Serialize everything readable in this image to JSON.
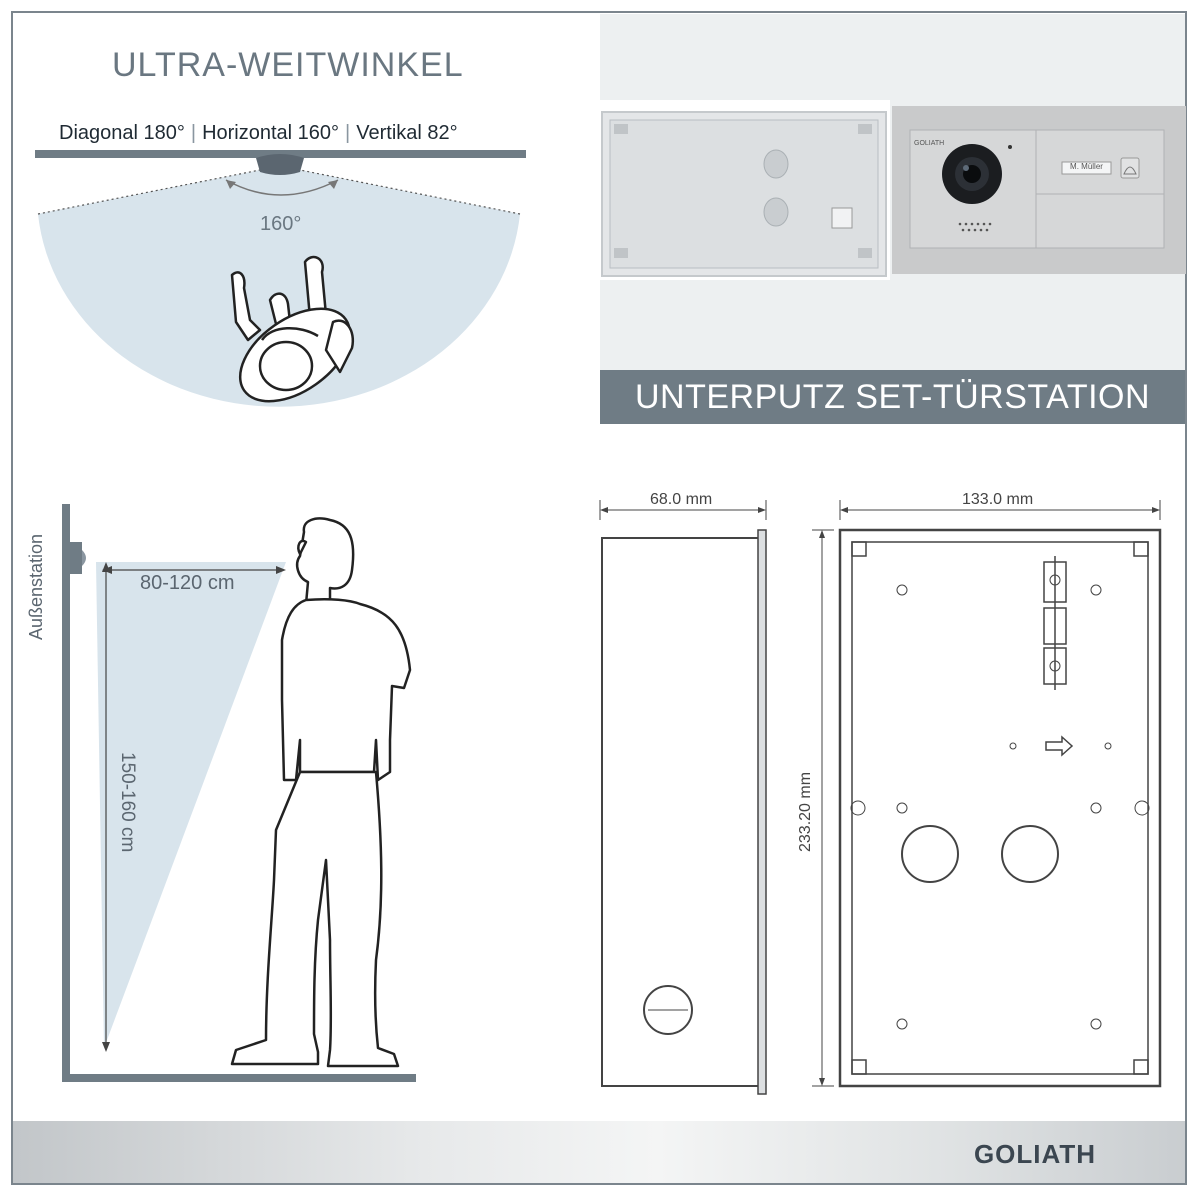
{
  "wide_angle": {
    "title": "ULTRA-WEITWINKEL",
    "diagonal": "Diagonal 180°",
    "horizontal": "Horizontal 160°",
    "vertical": "Vertikal 82°",
    "separator": "|",
    "angle_label": "160°"
  },
  "product": {
    "banner": "UNTERPUTZ SET-TÜRSTATION",
    "name_label": "M. Müller"
  },
  "mounting": {
    "wall_label": "Außenstation",
    "reach_label": "80-120 cm",
    "height_label": "150-160 cm"
  },
  "dimensions": {
    "depth": "68.0 mm",
    "width": "133.0 mm",
    "height": "233.20 mm"
  },
  "footer": {
    "brand": "GOLIATH"
  },
  "colors": {
    "frame": "#7b858d",
    "banner": "#6f7c85",
    "fov_fill": "#d8e4ec",
    "title_text": "#6a7781"
  }
}
